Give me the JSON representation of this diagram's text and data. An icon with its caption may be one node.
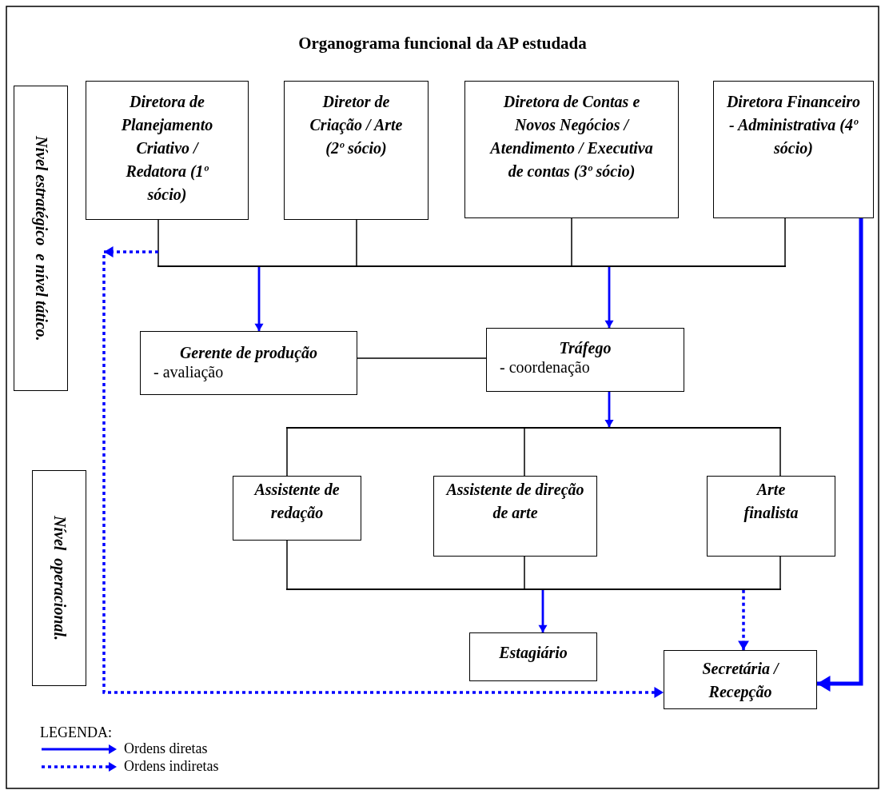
{
  "diagram": {
    "title": "Organograma funcional da AP estudada",
    "nodes": [
      {
        "text": [
          "Diretora de Planejamento Criativo / Redatora (1º sócio)"
        ]
      },
      {
        "text": [
          "Diretor de Criação / Arte (2º sócio)"
        ]
      },
      {
        "text": [
          "Diretora de Contas e Novos Negócios / Atendimento / Executiva de contas (3º sócio)"
        ]
      },
      {
        "text": [
          "Diretora Financeiro - Administrativa (4º sócio)"
        ]
      },
      {
        "text": [],
        "shape": "bar"
      },
      {
        "text": [
          "Gerente de produção",
          "- avaliação"
        ]
      },
      {
        "text": [
          "Tráfego",
          "- coordenação"
        ]
      },
      {
        "text": [],
        "shape": "bar"
      },
      {
        "text": [
          "Assistente de redação"
        ]
      },
      {
        "text": [
          "Assistente de direção de arte"
        ]
      },
      {
        "text": [
          "Arte finalista"
        ]
      },
      {
        "text": [],
        "shape": "bar"
      },
      {
        "text": [
          "Estagiário"
        ]
      },
      {
        "text": [
          "Secretária / Recepção"
        ]
      },
      {
        "text": [
          "Nível estratégico  e nível tático."
        ]
      },
      {
        "text": [
          "Nível  operacional."
        ]
      }
    ],
    "edges": [
      {
        "from": 0,
        "to": 4,
        "arrow": "none"
      },
      {
        "from": 1,
        "to": 4,
        "arrow": "none"
      },
      {
        "from": 2,
        "to": 4,
        "arrow": "none"
      },
      {
        "from": 3,
        "to": 4,
        "arrow": "none"
      },
      {
        "from": 4,
        "to": 5,
        "arrow": "to",
        "color": "#0000ff"
      },
      {
        "from": 4,
        "to": 6,
        "arrow": "to",
        "color": "#0000ff"
      },
      {
        "from": 5,
        "to": 6,
        "arrow": "none"
      },
      {
        "from": 6,
        "to": 7,
        "arrow": "to",
        "color": "#0000ff"
      },
      {
        "from": 7,
        "to": 8,
        "arrow": "none"
      },
      {
        "from": 7,
        "to": 9,
        "arrow": "none"
      },
      {
        "from": 7,
        "to": 10,
        "arrow": "none"
      },
      {
        "from": 8,
        "to": 11,
        "arrow": "none"
      },
      {
        "from": 9,
        "to": 11,
        "arrow": "none"
      },
      {
        "from": 10,
        "to": 11,
        "arrow": "none"
      },
      {
        "from": 11,
        "to": 12,
        "arrow": "to",
        "color": "#0000ff"
      },
      {
        "from": 11,
        "to": 13,
        "arrow": "to",
        "style": "dashed",
        "color": "#0000ff"
      },
      {
        "from": 0,
        "to": 13,
        "arrow": "to",
        "style": "dashed",
        "color": "#0000ff"
      },
      {
        "from": 3,
        "to": 13,
        "arrow": "to",
        "style": "thick",
        "color": "#0000ff"
      }
    ],
    "labels": [
      "LEGENDA:"
    ],
    "legend": [
      {
        "text": "Ordens diretas"
      },
      {
        "text": "Ordens indiretas"
      }
    ]
  }
}
